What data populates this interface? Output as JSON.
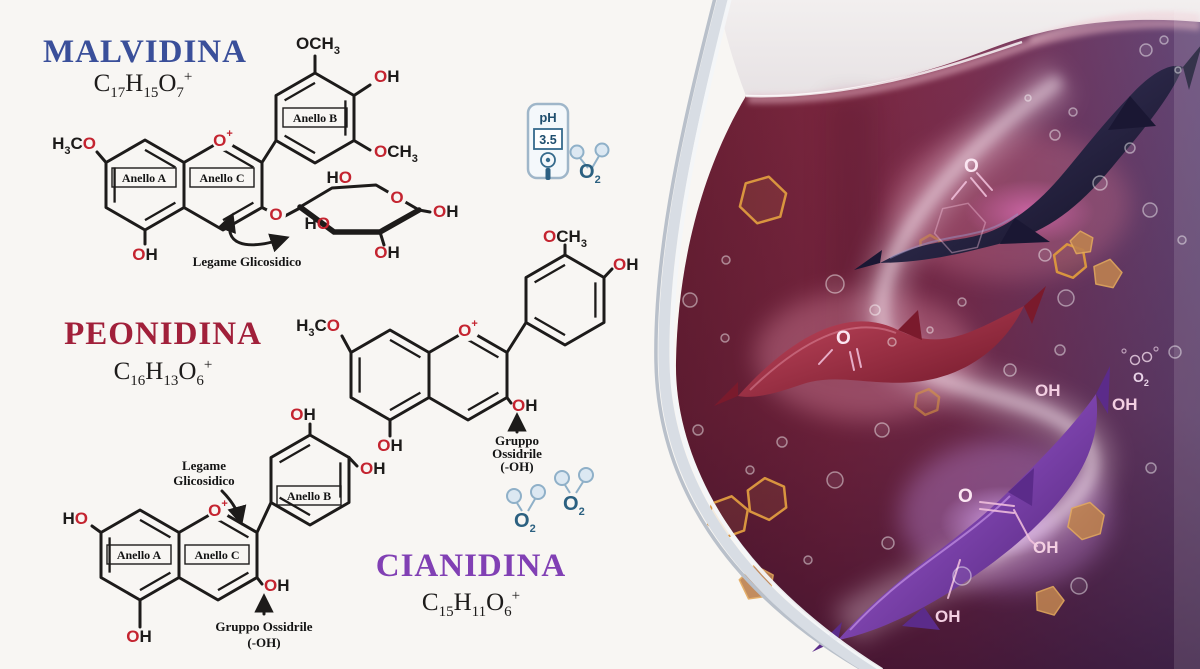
{
  "molecules": [
    {
      "name": "MALVIDINA",
      "color": "#3A4F9A",
      "f": {
        "s1": "C",
        "n1": "17",
        "s2": "H",
        "n2": "15",
        "s3": "O",
        "n3": "7",
        "chg": "+"
      }
    },
    {
      "name": "PEONIDINA",
      "color": "#A1203A",
      "f": {
        "s1": "C",
        "n1": "16",
        "s2": "H",
        "n2": "13",
        "s3": "O",
        "n3": "6",
        "chg": "+"
      }
    },
    {
      "name": "CIANIDINA",
      "color": "#8140B4",
      "f": {
        "s1": "C",
        "n1": "15",
        "s2": "H",
        "n2": "11",
        "s3": "O",
        "n3": "6",
        "chg": "+"
      }
    }
  ],
  "rings": {
    "a": "Anello A",
    "b": "Anello B",
    "c": "Anello C"
  },
  "annotations": {
    "legame": "Legame Glicosidico",
    "legame_l1": "Legame",
    "legame_l2": "Glicosidico",
    "gruppo_l1": "Gruppo",
    "gruppo_l2": "Ossidrile",
    "gruppo_l3": "(-OH)",
    "gruppo_inline": "Gruppo Ossidrile"
  },
  "atoms": {
    "o": "O",
    "h": "H",
    "c": "C",
    "ch": "CH",
    "oh": "OH",
    "three": "3",
    "two": "2",
    "plus": "+"
  },
  "ph_meter": {
    "label": "pH",
    "value": "3.5"
  },
  "icons": {
    "ph_meter": "ph-meter-icon",
    "oxygen": "oxygen-molecule-icon",
    "polyphenol": "polyphenol-ring-icon",
    "bubble": "bubble-icon"
  },
  "colors": {
    "red_atom": "#C42430",
    "bond_black": "#1D1B1A",
    "icon_blue": "#2B6080",
    "gold": "#D9953F",
    "wine_red": "#7A2538",
    "wine_purple": "#5C3E74",
    "ribbon_navy": "#262345",
    "ribbon_red": "#A63248",
    "ribbon_purple": "#8A3FC0",
    "pink_label": "#F3CFE2"
  }
}
